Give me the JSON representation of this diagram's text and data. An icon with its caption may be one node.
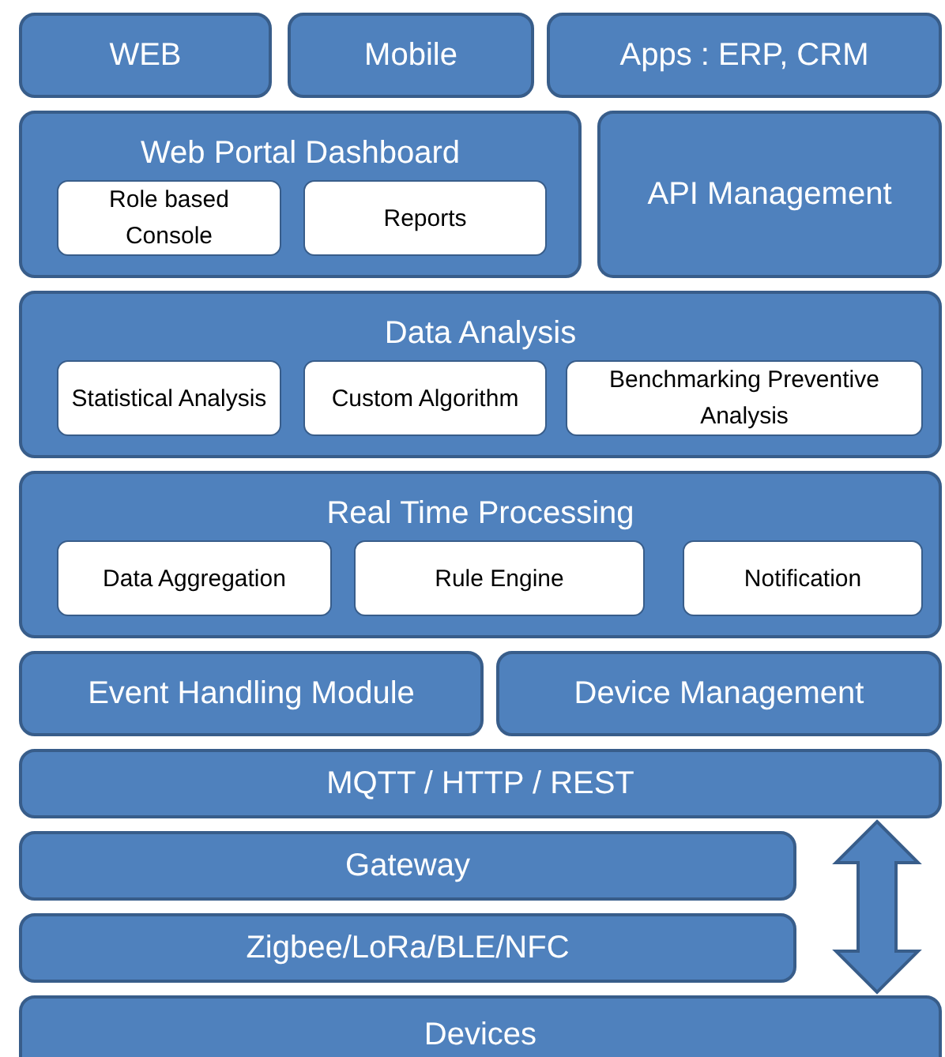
{
  "diagram": {
    "nodes": [
      {
        "text": [
          "WEB"
        ]
      },
      {
        "text": [
          "Mobile"
        ]
      },
      {
        "text": [
          "Apps : ERP, CRM"
        ]
      },
      {
        "text": [
          "Web Portal Dashboard"
        ]
      },
      {
        "text": [
          "Role based Console"
        ],
        "in": 3
      },
      {
        "text": [
          "Reports"
        ],
        "in": 3
      },
      {
        "text": [
          "API Management"
        ]
      },
      {
        "text": [
          "Data Analysis"
        ]
      },
      {
        "text": [
          "Statistical Analysis"
        ],
        "in": 7
      },
      {
        "text": [
          "Custom Algorithm"
        ],
        "in": 7
      },
      {
        "text": [
          "Benchmarking Preventive Analysis"
        ],
        "in": 7
      },
      {
        "text": [
          "Real Time Processing"
        ]
      },
      {
        "text": [
          "Data Aggregation"
        ],
        "in": 11
      },
      {
        "text": [
          "Rule Engine"
        ],
        "in": 11
      },
      {
        "text": [
          "Notification"
        ],
        "in": 11
      },
      {
        "text": [
          "Event Handling Module"
        ]
      },
      {
        "text": [
          "Device Management"
        ]
      },
      {
        "text": [
          "MQTT / HTTP / REST"
        ]
      },
      {
        "text": [
          "Gateway"
        ]
      },
      {
        "text": [
          "Zigbee/LoRa/BLE/NFC"
        ]
      },
      {
        "text": [
          "Devices"
        ]
      }
    ],
    "edges": [
      {
        "from": 17,
        "to": 20,
        "arrow": "both"
      }
    ]
  }
}
